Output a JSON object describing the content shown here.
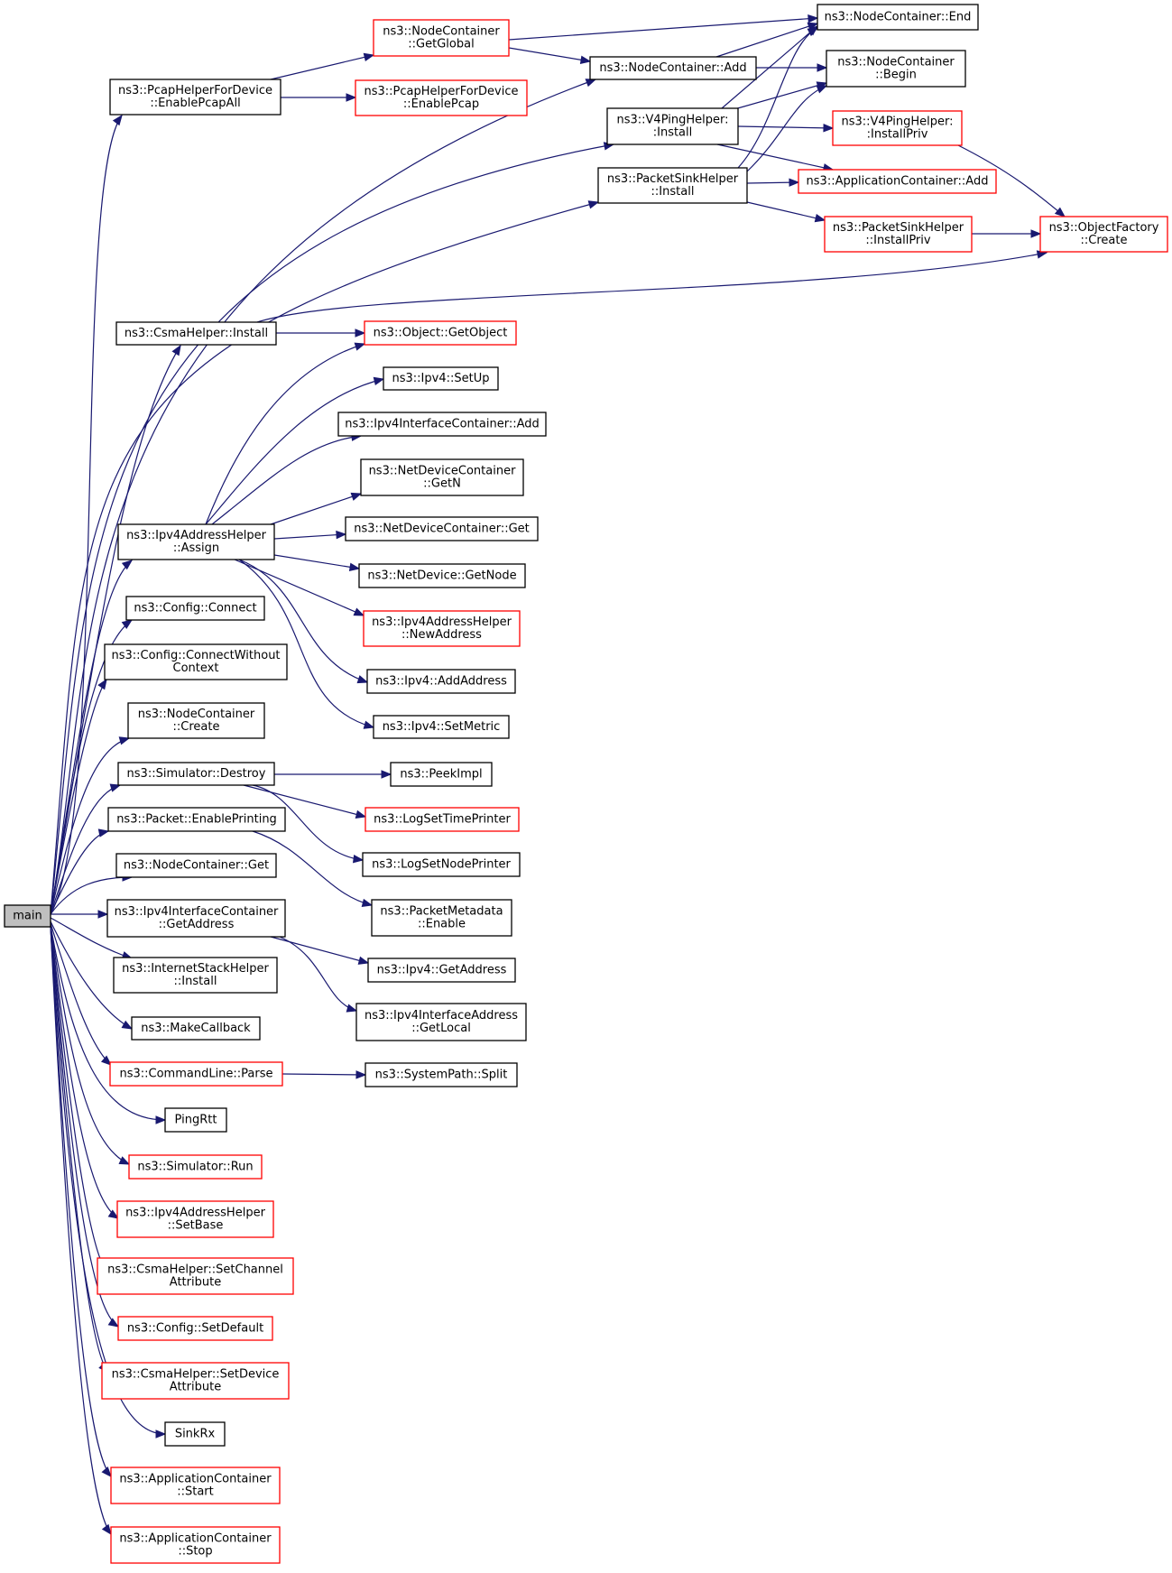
{
  "diagram": {
    "colors": {
      "edge": "#191970",
      "border_red": "#ff0000",
      "border_black": "#000000",
      "root_fill": "#bfbfbf"
    },
    "nodes": [
      {
        "id": "main",
        "lines": [
          "main"
        ]
      },
      {
        "id": "pcap_all",
        "lines": [
          "ns3::PcapHelperForDevice",
          "::EnablePcapAll"
        ]
      },
      {
        "id": "nc_getglobal",
        "lines": [
          "ns3::NodeContainer",
          "::GetGlobal"
        ]
      },
      {
        "id": "pcap_enable",
        "lines": [
          "ns3::PcapHelperForDevice",
          "::EnablePcap"
        ]
      },
      {
        "id": "nc_end",
        "lines": [
          "ns3::NodeContainer::End"
        ]
      },
      {
        "id": "nc_add",
        "lines": [
          "ns3::NodeContainer::Add"
        ]
      },
      {
        "id": "nc_begin",
        "lines": [
          "ns3::NodeContainer",
          "::Begin"
        ]
      },
      {
        "id": "v4_install",
        "lines": [
          "ns3::V4PingHelper:",
          ":Install"
        ]
      },
      {
        "id": "v4_installpriv",
        "lines": [
          "ns3::V4PingHelper:",
          ":InstallPriv"
        ]
      },
      {
        "id": "ps_install",
        "lines": [
          "ns3::PacketSinkHelper",
          "::Install"
        ]
      },
      {
        "id": "ac_add",
        "lines": [
          "ns3::ApplicationContainer::Add"
        ]
      },
      {
        "id": "ps_installpriv",
        "lines": [
          "ns3::PacketSinkHelper",
          "::InstallPriv"
        ]
      },
      {
        "id": "of_create",
        "lines": [
          "ns3::ObjectFactory",
          "::Create"
        ]
      },
      {
        "id": "csma_install",
        "lines": [
          "ns3::CsmaHelper::Install"
        ]
      },
      {
        "id": "obj_getobject",
        "lines": [
          "ns3::Object::GetObject"
        ]
      },
      {
        "id": "ipv4_setup",
        "lines": [
          "ns3::Ipv4::SetUp"
        ]
      },
      {
        "id": "iic_add",
        "lines": [
          "ns3::Ipv4InterfaceContainer::Add"
        ]
      },
      {
        "id": "ndc_getn",
        "lines": [
          "ns3::NetDeviceContainer",
          "::GetN"
        ]
      },
      {
        "id": "ipv4ah_assign",
        "lines": [
          "ns3::Ipv4AddressHelper",
          "::Assign"
        ]
      },
      {
        "id": "ndc_get",
        "lines": [
          "ns3::NetDeviceContainer::Get"
        ]
      },
      {
        "id": "nd_getnode",
        "lines": [
          "ns3::NetDevice::GetNode"
        ]
      },
      {
        "id": "config_connect",
        "lines": [
          "ns3::Config::Connect"
        ]
      },
      {
        "id": "ipv4ah_newaddr",
        "lines": [
          "ns3::Ipv4AddressHelper",
          "::NewAddress"
        ]
      },
      {
        "id": "config_cwc",
        "lines": [
          "ns3::Config::ConnectWithout",
          "Context"
        ]
      },
      {
        "id": "ipv4_addaddr",
        "lines": [
          "ns3::Ipv4::AddAddress"
        ]
      },
      {
        "id": "nc_create",
        "lines": [
          "ns3::NodeContainer",
          "::Create"
        ]
      },
      {
        "id": "ipv4_setmetric",
        "lines": [
          "ns3::Ipv4::SetMetric"
        ]
      },
      {
        "id": "sim_destroy",
        "lines": [
          "ns3::Simulator::Destroy"
        ]
      },
      {
        "id": "peekimpl",
        "lines": [
          "ns3::PeekImpl"
        ]
      },
      {
        "id": "pkt_enableprint",
        "lines": [
          "ns3::Packet::EnablePrinting"
        ]
      },
      {
        "id": "logsettime",
        "lines": [
          "ns3::LogSetTimePrinter"
        ]
      },
      {
        "id": "nc_get",
        "lines": [
          "ns3::NodeContainer::Get"
        ]
      },
      {
        "id": "logsetnode",
        "lines": [
          "ns3::LogSetNodePrinter"
        ]
      },
      {
        "id": "iic_getaddr",
        "lines": [
          "ns3::Ipv4InterfaceContainer",
          "::GetAddress"
        ]
      },
      {
        "id": "pm_enable",
        "lines": [
          "ns3::PacketMetadata",
          "::Enable"
        ]
      },
      {
        "id": "ish_install",
        "lines": [
          "ns3::InternetStackHelper",
          "::Install"
        ]
      },
      {
        "id": "ipv4_getaddr",
        "lines": [
          "ns3::Ipv4::GetAddress"
        ]
      },
      {
        "id": "makecallback",
        "lines": [
          "ns3::MakeCallback"
        ]
      },
      {
        "id": "iia_getlocal",
        "lines": [
          "ns3::Ipv4InterfaceAddress",
          "::GetLocal"
        ]
      },
      {
        "id": "cl_parse",
        "lines": [
          "ns3::CommandLine::Parse"
        ]
      },
      {
        "id": "sp_split",
        "lines": [
          "ns3::SystemPath::Split"
        ]
      },
      {
        "id": "pingrtt",
        "lines": [
          "PingRtt"
        ]
      },
      {
        "id": "sim_run",
        "lines": [
          "ns3::Simulator::Run"
        ]
      },
      {
        "id": "ipv4ah_setbase",
        "lines": [
          "ns3::Ipv4AddressHelper",
          "::SetBase"
        ]
      },
      {
        "id": "csma_setchattr",
        "lines": [
          "ns3::CsmaHelper::SetChannel",
          "Attribute"
        ]
      },
      {
        "id": "config_setdefault",
        "lines": [
          "ns3::Config::SetDefault"
        ]
      },
      {
        "id": "csma_setdevattr",
        "lines": [
          "ns3::CsmaHelper::SetDevice",
          "Attribute"
        ]
      },
      {
        "id": "sinkrx",
        "lines": [
          "SinkRx"
        ]
      },
      {
        "id": "ac_start",
        "lines": [
          "ns3::ApplicationContainer",
          "::Start"
        ]
      },
      {
        "id": "ac_stop",
        "lines": [
          "ns3::ApplicationContainer",
          "::Stop"
        ]
      }
    ]
  }
}
